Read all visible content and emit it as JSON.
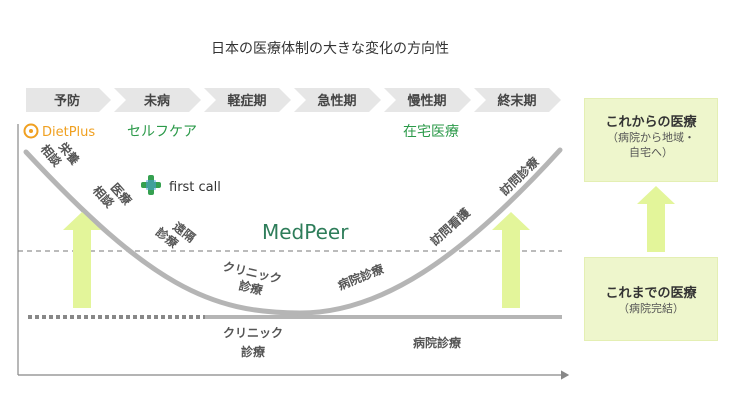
{
  "title": "日本の医療体制の大きな変化の方向性",
  "stages": [
    "予防",
    "未病",
    "軽症期",
    "急性期",
    "慢性期",
    "終末期"
  ],
  "brands": {
    "dietplus": "DietPlus",
    "firstcall": "first call",
    "medpeer": "MedPeer"
  },
  "care_labels": {
    "self": "セルフケア",
    "home": "在宅医療"
  },
  "curve_labels": {
    "nutrition": [
      "栄養",
      "相談"
    ],
    "medical": [
      "医療",
      "相談"
    ],
    "remote": [
      "遠隔",
      "診療"
    ],
    "clinic": [
      "クリニック",
      "診療"
    ],
    "hospital": "病院診療",
    "visit_nurse": "訪問看護",
    "visit_med": "訪問診療"
  },
  "baseline_labels": {
    "clinic": [
      "クリニック",
      "診療"
    ],
    "hospital": "病院診療"
  },
  "boxes": {
    "future": {
      "title": "これからの医療",
      "sub": [
        "（病院から地域・",
        "自宅へ）"
      ]
    },
    "past": {
      "title": "これまでの医療",
      "sub": [
        "（病院完結）"
      ]
    }
  },
  "colors": {
    "stage_bar": "#e6e6e6",
    "curve": "#b5b5b5",
    "arrow": "#e3f59a",
    "box": "#eef6cc",
    "care_text": "#2c9a4a",
    "brand_orange": "#f0a020",
    "brand_green": "#35a050"
  }
}
